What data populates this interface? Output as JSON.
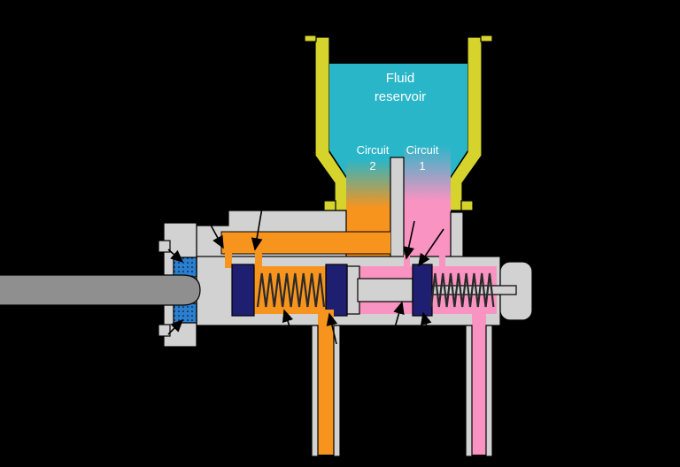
{
  "diagram": {
    "labels": {
      "reservoir_line1": "Fluid",
      "reservoir_line2": "reservoir",
      "circuit2_line1": "Circuit",
      "circuit2_line2": "2",
      "circuit1_line1": "Circuit",
      "circuit1_line2": "1"
    },
    "colors": {
      "background": "#000000",
      "reservoir_wall": "#d6d42c",
      "fluid": "#2ab6c9",
      "circuit2_orange": "#f7941e",
      "circuit1_pink": "#f993c2",
      "seal_navy": "#1f1f72",
      "body_gray": "#d2d2d2",
      "pushrod_gray": "#8f8f8f",
      "retainer_blue": "#2b7fd0",
      "outline": "#000000",
      "label_text": "#ffffff"
    }
  }
}
